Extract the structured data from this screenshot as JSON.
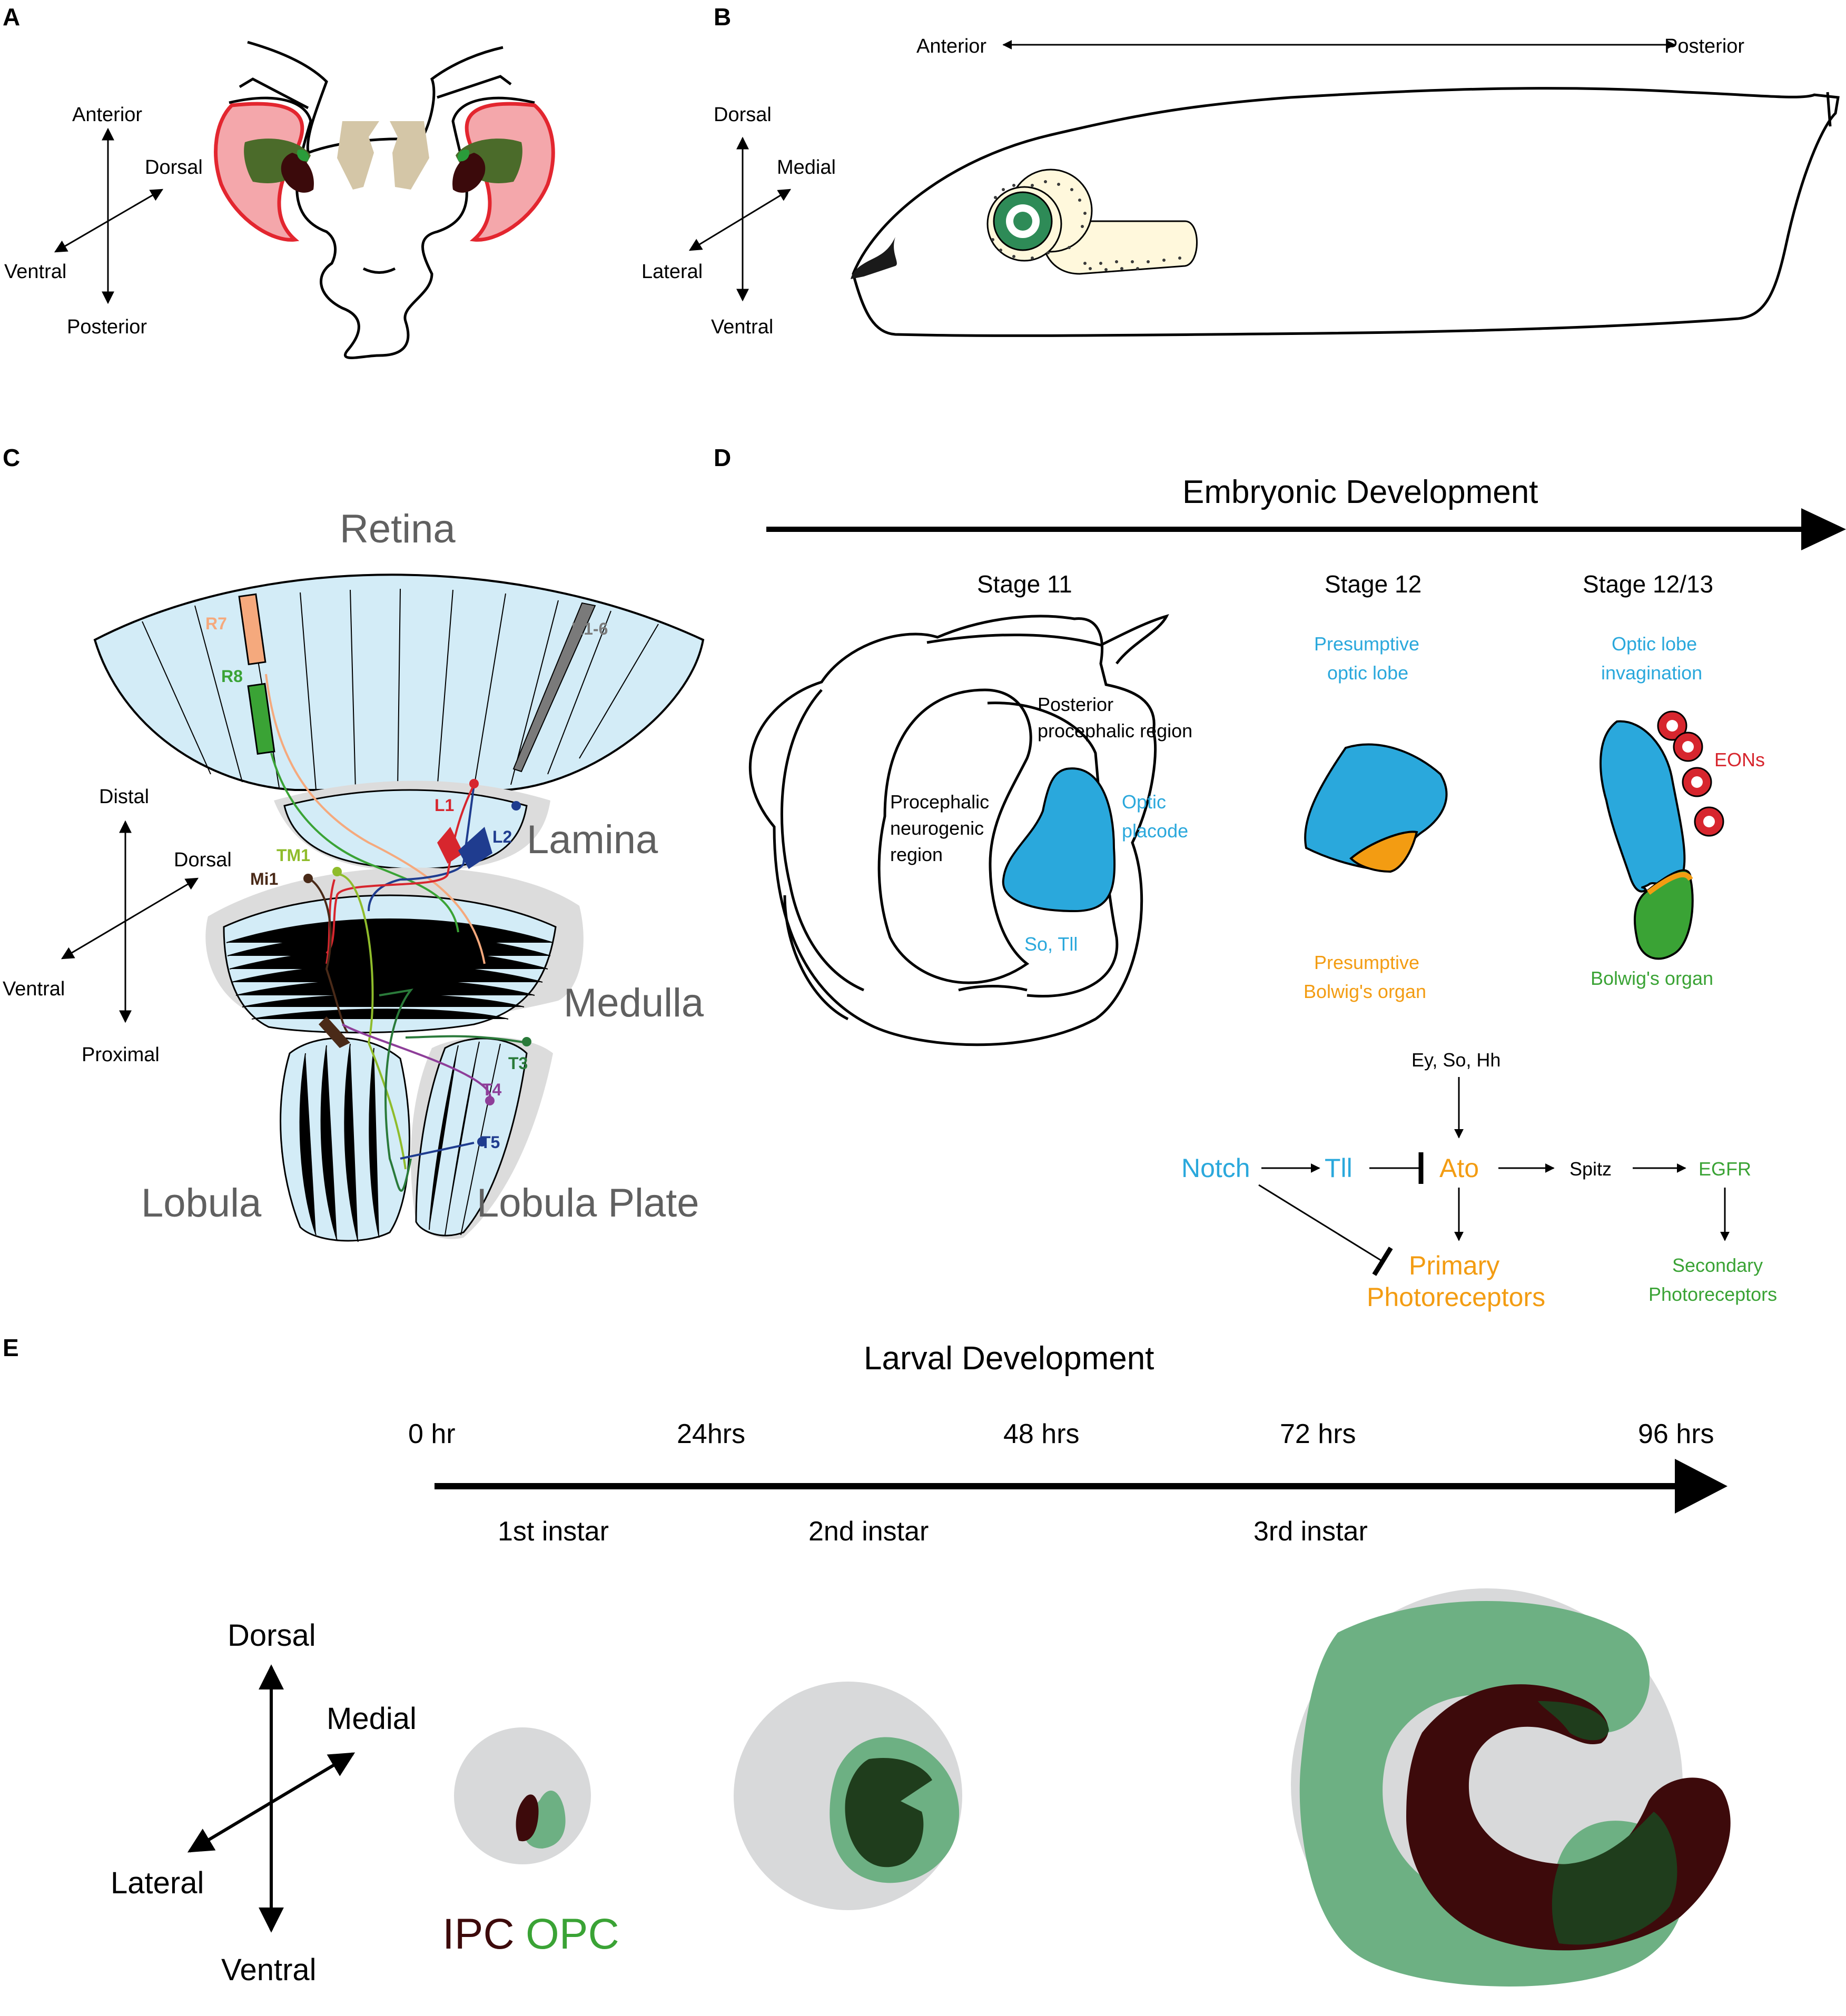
{
  "panels": {
    "a": "A",
    "b": "B",
    "c": "C",
    "d": "D",
    "e": "E"
  },
  "panel_a": {
    "anterior": "Anterior",
    "posterior": "Posterior",
    "dorsal": "Dorsal",
    "ventral": "Ventral"
  },
  "panel_b": {
    "anterior": "Anterior",
    "posterior": "Posterior",
    "dorsal": "Dorsal",
    "ventral": "Ventral",
    "medial": "Medial",
    "lateral": "Lateral"
  },
  "panel_c": {
    "retina": "Retina",
    "lamina": "Lamina",
    "medulla": "Medulla",
    "lobula": "Lobula",
    "lobula_plate": "Lobula Plate",
    "distal": "Distal",
    "proximal": "Proximal",
    "dorsal": "Dorsal",
    "ventral": "Ventral",
    "neurons": {
      "r7": "R7",
      "r8": "R8",
      "r16": "R1-6",
      "l1": "L1",
      "l2": "L2",
      "tm1": "TM1",
      "mi1": "Mi1",
      "t3": "T3",
      "t4": "T4",
      "t5": "T5"
    }
  },
  "panel_d": {
    "title": "Embryonic Development",
    "stage11": "Stage 11",
    "stage12": "Stage 12",
    "stage1213": "Stage 12/13",
    "posterior_region": [
      "Posterior",
      "procephalic region"
    ],
    "procephalic": [
      "Procephalic",
      "neurogenic",
      "region"
    ],
    "optic_placode": [
      "Optic",
      "placode"
    ],
    "so_tll": "So, Tll",
    "presumptive_optic": [
      "Presumptive",
      "optic lobe"
    ],
    "presumptive_bolwig": [
      "Presumptive",
      "Bolwig's organ"
    ],
    "invagination": [
      "Optic lobe",
      "invagination"
    ],
    "eons": "EONs",
    "bolwig": "Bolwig's organ",
    "pathway": {
      "ey_so_hh": "Ey, So, Hh",
      "notch": "Notch",
      "tll": "Tll",
      "ato": "Ato",
      "spitz": "Spitz",
      "egfr": "EGFR",
      "primary": [
        "Primary",
        "Photoreceptors"
      ],
      "secondary": [
        "Secondary",
        "Photoreceptors"
      ]
    }
  },
  "panel_e": {
    "title": "Larval Development",
    "times": [
      "0 hr",
      "24hrs",
      "48 hrs",
      "72 hrs",
      "96 hrs"
    ],
    "instars": [
      "1st instar",
      "2nd instar",
      "3rd instar"
    ],
    "dorsal": "Dorsal",
    "ventral": "Ventral",
    "medial": "Medial",
    "lateral": "Lateral",
    "ipc": "IPC",
    "opc": "OPC"
  },
  "colors": {
    "lobe_blue": "#d3ecf7",
    "placode_blue": "#2aa8dc",
    "bolwig_orange": "#f39c12",
    "bolwig_green": "#3aa335",
    "eon_red": "#d7262e",
    "opc_green": "#6db083",
    "ipc_darkred": "#3d0a0b",
    "disc_grey": "#d8d9da",
    "eye_pink": "#f4a7ab",
    "eye_red": "#e3262f",
    "retina_label": "#606060"
  }
}
